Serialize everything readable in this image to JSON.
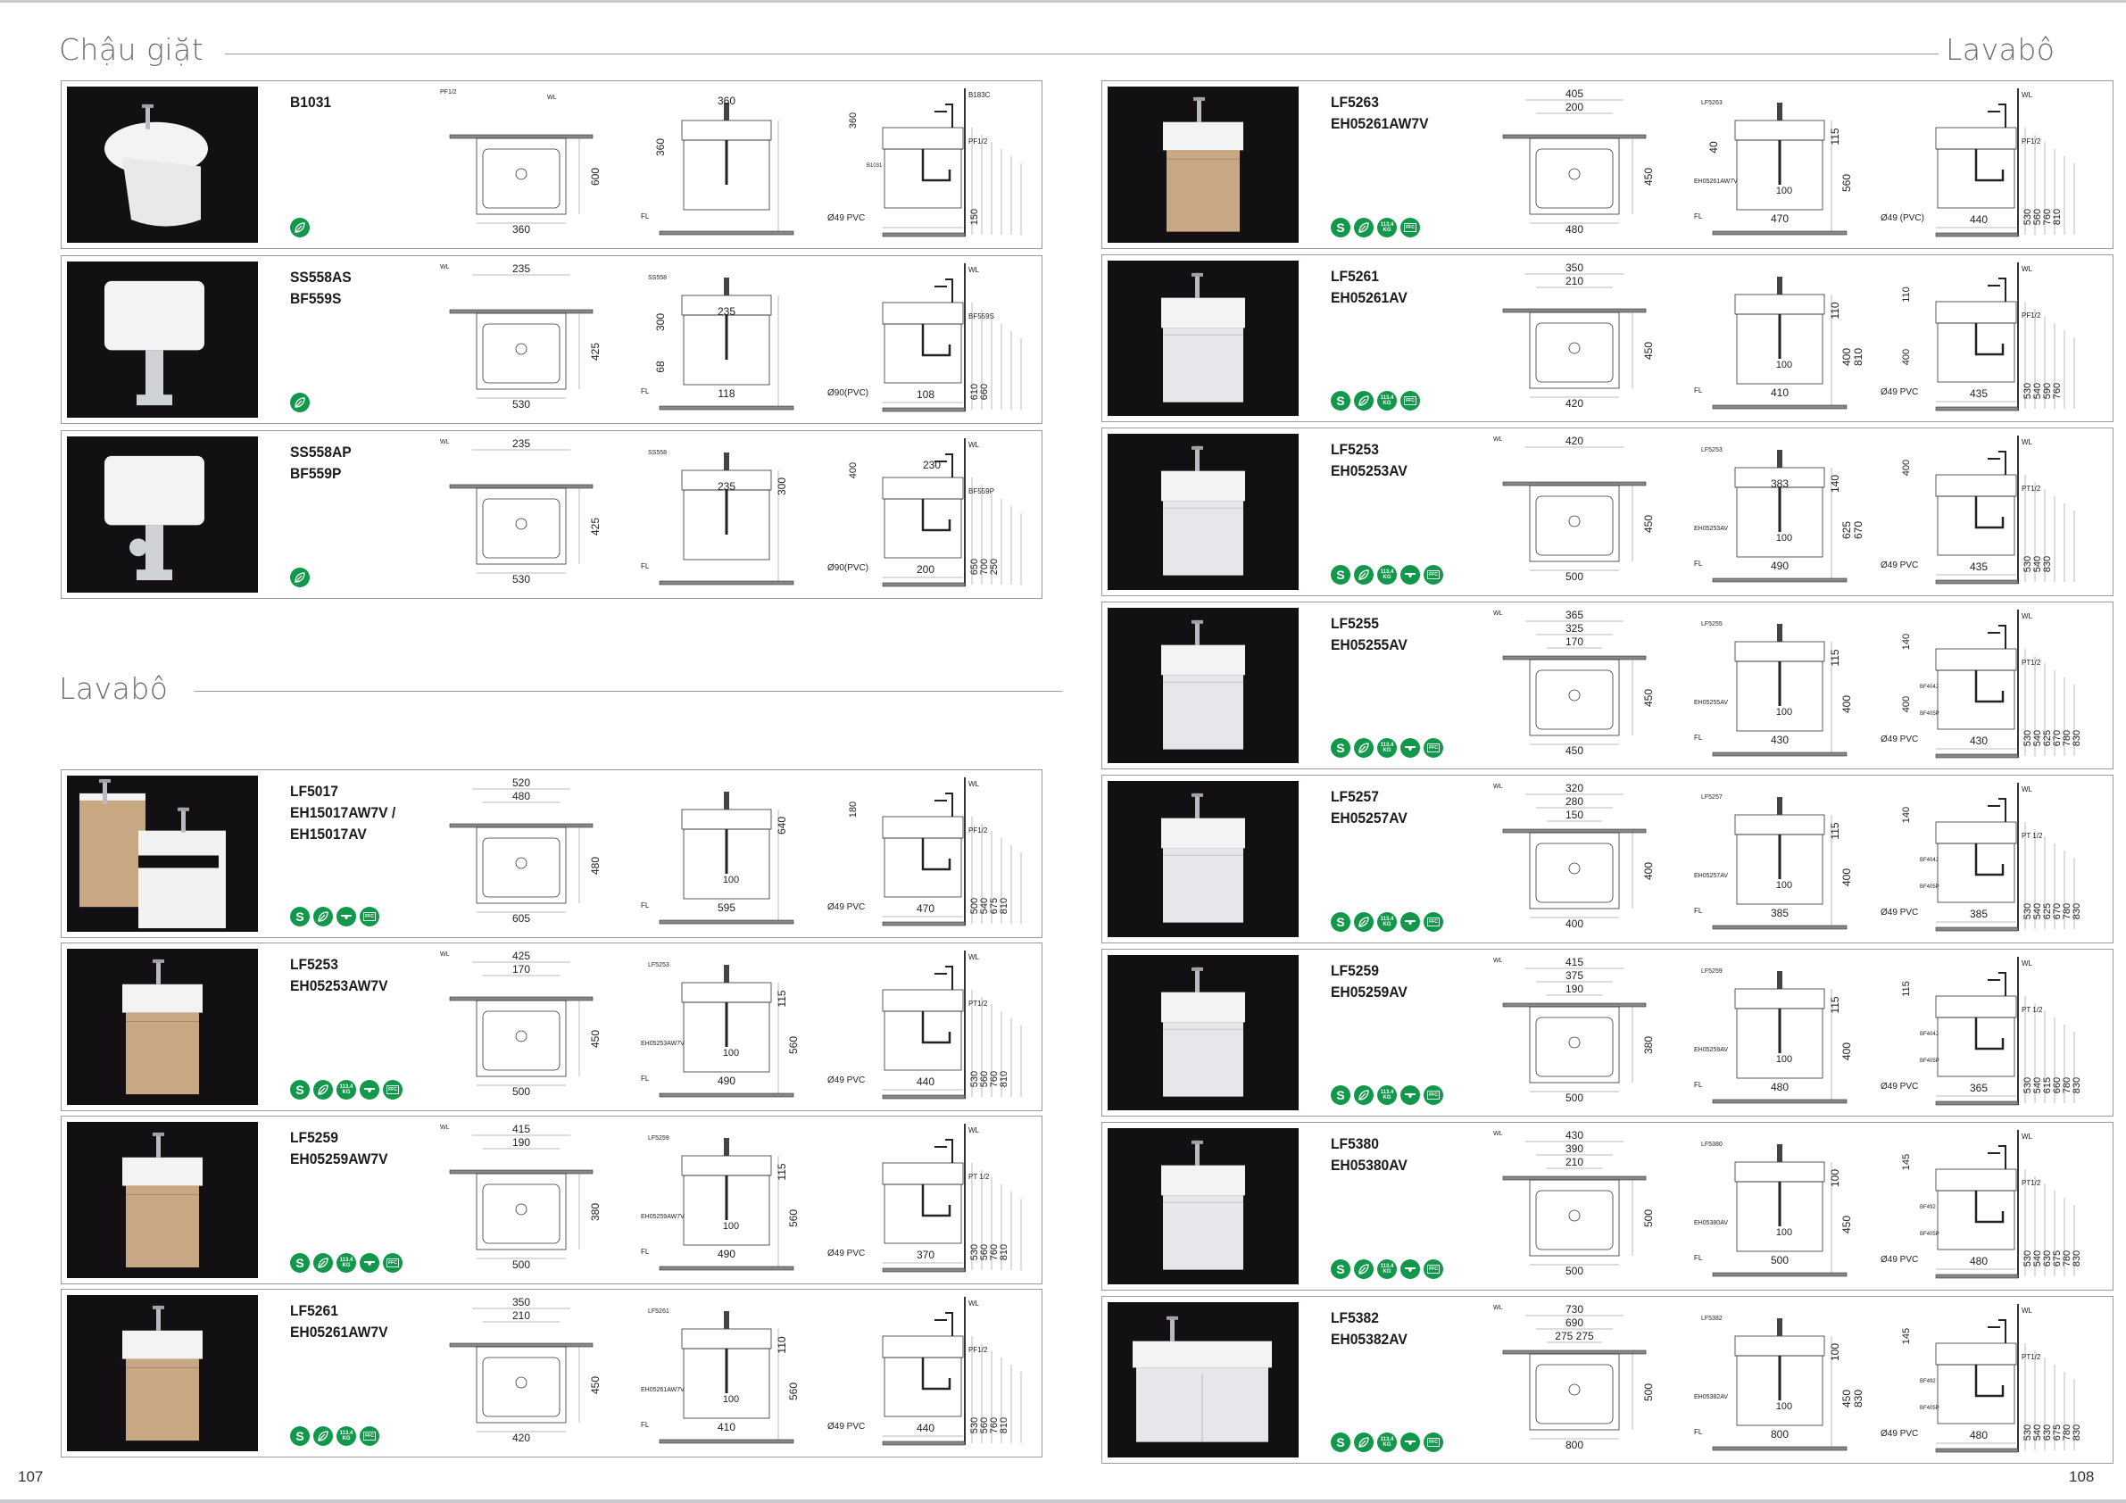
{
  "page": {
    "left_number": "107",
    "right_number": "108"
  },
  "icon_defs": {
    "s": {
      "text": "S"
    },
    "eco": {},
    "weight": {
      "text": "113.4 KG"
    },
    "wall": {},
    "ffc": {
      "text": "FFC"
    }
  },
  "colors": {
    "badge_green": "#12984a",
    "wood": "#c8a882",
    "photo_bg": "#121012"
  },
  "sections": {
    "laundry": {
      "title": "Chậu giặt",
      "products": [
        {
          "models": [
            "B1031"
          ],
          "photo": "bidet",
          "icons": [
            "eco"
          ],
          "plan": {
            "callout": [
              "PF1/2",
              "WL"
            ],
            "right": [
              "600"
            ],
            "bottom": [
              "360"
            ]
          },
          "front": {
            "top": [
              "360"
            ],
            "left": [
              "360"
            ],
            "note": [
              "FL"
            ]
          },
          "side": {
            "callout": [
              "B183C",
              "PF1/2",
              "B1031"
            ],
            "left": [
              "360"
            ],
            "right": [
              "150"
            ],
            "note": [
              "Ø49 PVC"
            ]
          }
        },
        {
          "models": [
            "SS558AS",
            "BF559S"
          ],
          "photo": "laundry",
          "icons": [
            "eco"
          ],
          "plan": {
            "callout": [
              "WL"
            ],
            "top": [
              "235"
            ],
            "right": [
              "425"
            ],
            "bottom": [
              "530"
            ]
          },
          "front": {
            "top": [
              "235"
            ],
            "callout": [
              "SS558"
            ],
            "left": [
              "300",
              "68"
            ],
            "bottom": [
              "118"
            ],
            "note": [
              "FL"
            ]
          },
          "side": {
            "callout": [
              "WL",
              "BF559S"
            ],
            "right": [
              "610",
              "660"
            ],
            "bottom": [
              "108"
            ],
            "note": [
              "Ø90(PVC)"
            ]
          }
        },
        {
          "models": [
            "SS558AP",
            "BF559P"
          ],
          "photo": "laundry-p",
          "icons": [
            "eco"
          ],
          "plan": {
            "callout": [
              "WL"
            ],
            "top": [
              "235"
            ],
            "right": [
              "425"
            ],
            "bottom": [
              "530"
            ]
          },
          "front": {
            "top": [
              "235"
            ],
            "callout": [
              "SS558"
            ],
            "right": [
              "300"
            ],
            "note": [
              "FL"
            ]
          },
          "side": {
            "top": [
              "230"
            ],
            "callout": [
              "WL",
              "BF559P"
            ],
            "left": [
              "400"
            ],
            "right": [
              "650",
              "700",
              "250"
            ],
            "bottom": [
              "200"
            ],
            "note": [
              "Ø90(PVC)"
            ]
          }
        }
      ]
    },
    "lavabo_left": {
      "title": "Lavabô",
      "products": [
        {
          "models": [
            "LF5017",
            "EH15017AW7V /",
            "EH15017AV"
          ],
          "photo": "dual",
          "icons": [
            "s",
            "eco",
            "wall",
            "ffc"
          ],
          "plan": {
            "top": [
              "520",
              "480"
            ],
            "right": [
              "480"
            ],
            "bottom": [
              "605"
            ]
          },
          "front": {
            "right": [
              "640"
            ],
            "inner": [
              "100"
            ],
            "bottom": [
              "595"
            ],
            "note": [
              "FL"
            ]
          },
          "side": {
            "left": [
              "180"
            ],
            "callout": [
              "WL",
              "PF1/2"
            ],
            "right": [
              "500",
              "540",
              "675",
              "810"
            ],
            "bottom": [
              "470"
            ],
            "note": [
              "Ø49 PVC"
            ]
          }
        },
        {
          "models": [
            "LF5253",
            "EH05253AW7V"
          ],
          "photo": "wood",
          "icons": [
            "s",
            "eco",
            "weight",
            "wall",
            "ffc"
          ],
          "plan": {
            "callout": [
              "WL"
            ],
            "top": [
              "425",
              "170"
            ],
            "right": [
              "450"
            ],
            "bottom": [
              "500"
            ]
          },
          "front": {
            "callout": [
              "LF5253",
              "EH05253AW7V"
            ],
            "right": [
              "115",
              "560"
            ],
            "inner": [
              "100"
            ],
            "bottom": [
              "490"
            ],
            "note": [
              "FL"
            ]
          },
          "side": {
            "callout": [
              "WL",
              "PT1/2"
            ],
            "right": [
              "530",
              "560",
              "760",
              "810"
            ],
            "bottom": [
              "440"
            ],
            "note": [
              "Ø49 PVC"
            ]
          }
        },
        {
          "models": [
            "LF5259",
            "EH05259AW7V"
          ],
          "photo": "wood",
          "icons": [
            "s",
            "eco",
            "weight",
            "wall",
            "ffc"
          ],
          "plan": {
            "callout": [
              "WL"
            ],
            "top": [
              "415",
              "190"
            ],
            "right": [
              "380"
            ],
            "bottom": [
              "500"
            ]
          },
          "front": {
            "callout": [
              "LF5259",
              "EH05259AW7V"
            ],
            "right": [
              "115",
              "560"
            ],
            "inner": [
              "100"
            ],
            "bottom": [
              "490"
            ],
            "note": [
              "FL"
            ]
          },
          "side": {
            "callout": [
              "WL",
              "PT 1/2"
            ],
            "right": [
              "530",
              "560",
              "760",
              "810"
            ],
            "bottom": [
              "370"
            ],
            "note": [
              "Ø49 PVC"
            ]
          }
        },
        {
          "models": [
            "LF5261",
            "EH05261AW7V"
          ],
          "photo": "wood",
          "icons": [
            "s",
            "eco",
            "weight",
            "ffc"
          ],
          "plan": {
            "top": [
              "350",
              "210"
            ],
            "right": [
              "450"
            ],
            "bottom": [
              "420"
            ]
          },
          "front": {
            "callout": [
              "LF5261",
              "EH05261AW7V"
            ],
            "right": [
              "110",
              "560"
            ],
            "inner": [
              "100"
            ],
            "bottom": [
              "410"
            ],
            "note": [
              "FL"
            ]
          },
          "side": {
            "callout": [
              "WL",
              "PF1/2"
            ],
            "right": [
              "530",
              "560",
              "760",
              "810"
            ],
            "bottom": [
              "440"
            ],
            "note": [
              "Ø49 PVC"
            ]
          }
        }
      ]
    },
    "lavabo_right": {
      "title": "Lavabô",
      "products": [
        {
          "models": [
            "LF5263",
            "EH05261AW7V"
          ],
          "photo": "wood",
          "icons": [
            "s",
            "eco",
            "weight",
            "ffc"
          ],
          "plan": {
            "top": [
              "405",
              "200"
            ],
            "right": [
              "450"
            ],
            "bottom": [
              "480"
            ]
          },
          "front": {
            "callout": [
              "LF5263",
              "EH05261AW7V"
            ],
            "left": [
              "40"
            ],
            "right": [
              "115",
              "560"
            ],
            "inner": [
              "100"
            ],
            "bottom": [
              "470"
            ],
            "note": [
              "FL"
            ]
          },
          "side": {
            "callout": [
              "WL",
              "PF1/2"
            ],
            "right": [
              "530",
              "560",
              "760",
              "810"
            ],
            "bottom": [
              "440"
            ],
            "note": [
              "Ø49 (PVC)"
            ]
          }
        },
        {
          "models": [
            "LF5261",
            "EH05261AV"
          ],
          "photo": "white",
          "icons": [
            "s",
            "eco",
            "weight",
            "ffc"
          ],
          "plan": {
            "top": [
              "350",
              "210"
            ],
            "right": [
              "450"
            ],
            "bottom": [
              "420"
            ]
          },
          "front": {
            "right": [
              "110",
              "400",
              "810"
            ],
            "inner": [
              "100"
            ],
            "bottom": [
              "410"
            ],
            "note": [
              "FL"
            ]
          },
          "side": {
            "left": [
              "110",
              "400"
            ],
            "callout": [
              "WL",
              "PF1/2"
            ],
            "right": [
              "530",
              "540",
              "590",
              "760"
            ],
            "bottom": [
              "435"
            ],
            "note": [
              "Ø49 PVC"
            ]
          }
        },
        {
          "models": [
            "LF5253",
            "EH05253AV"
          ],
          "photo": "white",
          "icons": [
            "s",
            "eco",
            "weight",
            "wall",
            "ffc"
          ],
          "plan": {
            "callout": [
              "WL"
            ],
            "top": [
              "420"
            ],
            "right": [
              "450"
            ],
            "bottom": [
              "500"
            ]
          },
          "front": {
            "callout": [
              "LF5253",
              "EH05253AV"
            ],
            "top": [
              "383"
            ],
            "right": [
              "140",
              "625",
              "670"
            ],
            "inner": [
              "100"
            ],
            "bottom": [
              "490"
            ],
            "note": [
              "FL"
            ]
          },
          "side": {
            "left": [
              "400"
            ],
            "callout": [
              "WL",
              "PT1/2"
            ],
            "right": [
              "530",
              "540",
              "830"
            ],
            "bottom": [
              "435"
            ],
            "note": [
              "Ø49 PVC"
            ]
          }
        },
        {
          "models": [
            "LF5255",
            "EH05255AV"
          ],
          "photo": "white",
          "icons": [
            "s",
            "eco",
            "weight",
            "wall",
            "ffc"
          ],
          "plan": {
            "callout": [
              "WL"
            ],
            "top": [
              "365",
              "325",
              "170"
            ],
            "right": [
              "450"
            ],
            "bottom": [
              "450"
            ]
          },
          "front": {
            "callout": [
              "LF5255",
              "EH05255AV"
            ],
            "right": [
              "115",
              "400"
            ],
            "inner": [
              "100"
            ],
            "bottom": [
              "430"
            ],
            "note": [
              "FL"
            ]
          },
          "side": {
            "left": [
              "140",
              "400"
            ],
            "callout": [
              "WL",
              "PT1/2",
              "BF404J",
              "BF405P"
            ],
            "right": [
              "530",
              "540",
              "625",
              "670",
              "780",
              "830"
            ],
            "bottom": [
              "430"
            ],
            "note": [
              "Ø49 PVC"
            ]
          }
        },
        {
          "models": [
            "LF5257",
            "EH05257AV"
          ],
          "photo": "white",
          "icons": [
            "s",
            "eco",
            "weight",
            "wall",
            "ffc"
          ],
          "plan": {
            "callout": [
              "WL"
            ],
            "top": [
              "320",
              "280",
              "150"
            ],
            "right": [
              "400"
            ],
            "bottom": [
              "400"
            ]
          },
          "front": {
            "callout": [
              "LF5257",
              "EH05257AV"
            ],
            "right": [
              "115",
              "400"
            ],
            "inner": [
              "100"
            ],
            "bottom": [
              "385"
            ],
            "note": [
              "FL"
            ]
          },
          "side": {
            "left": [
              "140"
            ],
            "callout": [
              "WL",
              "PT 1/2",
              "BF404J",
              "BF405P"
            ],
            "right": [
              "530",
              "540",
              "625",
              "670",
              "780",
              "830"
            ],
            "bottom": [
              "385"
            ],
            "note": [
              "Ø49 PVC"
            ]
          }
        },
        {
          "models": [
            "LF5259",
            "EH05259AV"
          ],
          "photo": "white",
          "icons": [
            "s",
            "eco",
            "weight",
            "wall",
            "ffc"
          ],
          "plan": {
            "callout": [
              "WL"
            ],
            "top": [
              "415",
              "375",
              "190"
            ],
            "right": [
              "380"
            ],
            "bottom": [
              "500"
            ]
          },
          "front": {
            "callout": [
              "LF5259",
              "EH05259AV"
            ],
            "right": [
              "115",
              "400"
            ],
            "inner": [
              "100"
            ],
            "bottom": [
              "480"
            ],
            "note": [
              "FL"
            ]
          },
          "side": {
            "left": [
              "115"
            ],
            "callout": [
              "WL",
              "PT 1/2",
              "BF404J",
              "BF405P"
            ],
            "right": [
              "530",
              "540",
              "615",
              "660",
              "780",
              "830"
            ],
            "bottom": [
              "365"
            ],
            "note": [
              "Ø49 PVC"
            ]
          }
        },
        {
          "models": [
            "LF5380",
            "EH05380AV"
          ],
          "photo": "white",
          "icons": [
            "s",
            "eco",
            "weight",
            "wall",
            "ffc"
          ],
          "plan": {
            "callout": [
              "WL"
            ],
            "top": [
              "430",
              "390",
              "210"
            ],
            "right": [
              "500"
            ],
            "bottom": [
              "500"
            ]
          },
          "front": {
            "callout": [
              "LF5380",
              "EH05380AV"
            ],
            "right": [
              "100",
              "450"
            ],
            "inner": [
              "100"
            ],
            "bottom": [
              "500"
            ],
            "note": [
              "FL"
            ]
          },
          "side": {
            "left": [
              "145"
            ],
            "callout": [
              "WL",
              "PT1/2",
              "BF492",
              "BF405P"
            ],
            "right": [
              "530",
              "540",
              "630",
              "675",
              "780",
              "830"
            ],
            "bottom": [
              "480"
            ],
            "note": [
              "Ø49 PVC"
            ]
          }
        },
        {
          "models": [
            "LF5382",
            "EH05382AV"
          ],
          "photo": "wide",
          "icons": [
            "s",
            "eco",
            "weight",
            "wall",
            "ffc"
          ],
          "plan": {
            "callout": [
              "WL"
            ],
            "top": [
              "730",
              "690",
              "275   275"
            ],
            "right": [
              "500"
            ],
            "bottom": [
              "800"
            ]
          },
          "front": {
            "callout": [
              "LF5382",
              "EH05382AV"
            ],
            "right": [
              "100",
              "450",
              "830"
            ],
            "inner": [
              "100"
            ],
            "bottom": [
              "800"
            ],
            "note": [
              "FL"
            ]
          },
          "side": {
            "left": [
              "145"
            ],
            "callout": [
              "WL",
              "PT1/2",
              "BF492",
              "BF405P"
            ],
            "right": [
              "530",
              "540",
              "630",
              "675",
              "780",
              "830"
            ],
            "bottom": [
              "480"
            ],
            "note": [
              "Ø49 PVC"
            ]
          }
        }
      ]
    }
  }
}
